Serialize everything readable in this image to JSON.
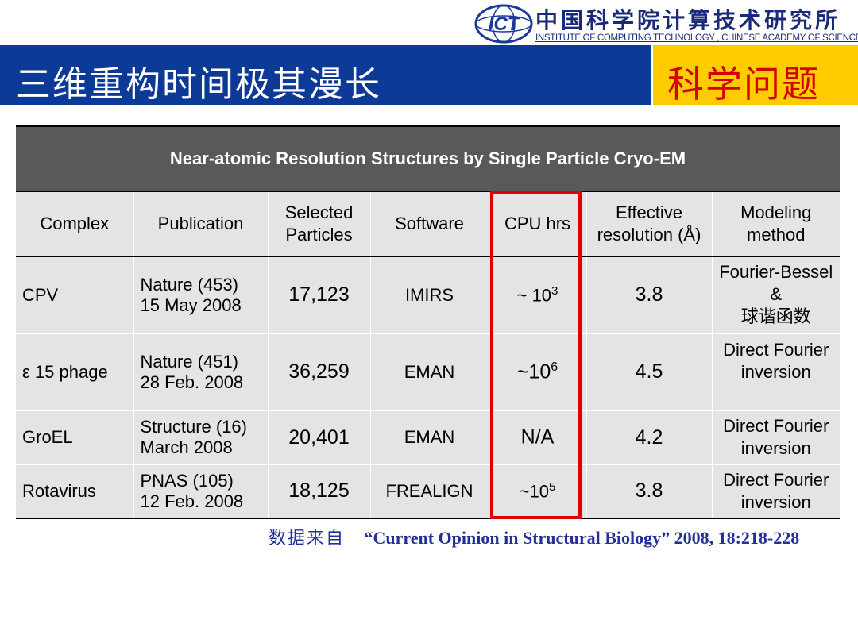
{
  "header": {
    "logo_mark": "ICT",
    "logo_cn": "中国科学院计算技术研究所",
    "logo_en": "INSTITUTE OF COMPUTING TECHNOLOGY , CHINESE ACADEMY OF SCIENCES",
    "title": "三维重构时间极其漫长",
    "tag": "科学问题",
    "colors": {
      "title_bar": "#0d3a96",
      "tag_box": "#ffcc00",
      "tag_text": "#d40000",
      "highlight": "#e00000"
    }
  },
  "table": {
    "caption": "Near-atomic Resolution Structures by Single Particle Cryo-EM",
    "headers": {
      "complex": "Complex",
      "publication": "Publication",
      "particles_1": "Selected",
      "particles_2": "Particles",
      "software": "Software",
      "cpu": "CPU hrs",
      "res_1": "Effective",
      "res_2": "resolution (Å)",
      "method_1": "Modeling",
      "method_2": "method"
    },
    "rows": [
      {
        "complex": "CPV",
        "pub_1": "Nature (453)",
        "pub_2": "15 May 2008",
        "particles": "17,123",
        "software": "IMIRS",
        "cpu_base": "~ 10",
        "cpu_exp": "3",
        "resolution": "3.8",
        "method_1": "Fourier-Bessel",
        "method_2": "&",
        "method_3": "球谐函数"
      },
      {
        "complex": "ε 15 phage",
        "pub_1": "Nature (451)",
        "pub_2": "28 Feb. 2008",
        "particles": "36,259",
        "software": "EMAN",
        "cpu_base": "~10",
        "cpu_exp": "6",
        "resolution": "4.5",
        "method_1": "Direct Fourier",
        "method_2": "inversion"
      },
      {
        "complex": "GroEL",
        "pub_1": "Structure  (16)",
        "pub_2": "March 2008",
        "particles": "20,401",
        "software": "EMAN",
        "cpu_base": "N/A",
        "cpu_exp": "",
        "resolution": "4.2",
        "method_1": "Direct Fourier",
        "method_2": "inversion"
      },
      {
        "complex": "Rotavirus",
        "pub_1": "PNAS (105)",
        "pub_2": "12 Feb. 2008",
        "particles": "18,125",
        "software": "FREALIGN",
        "cpu_base": "~10",
        "cpu_exp": "5",
        "resolution": "3.8",
        "method_1": "Direct Fourier",
        "method_2": "inversion"
      }
    ]
  },
  "source": {
    "prefix": "数据来自",
    "citation": "“Current Opinion in Structural Biology” 2008, 18:218-228"
  }
}
